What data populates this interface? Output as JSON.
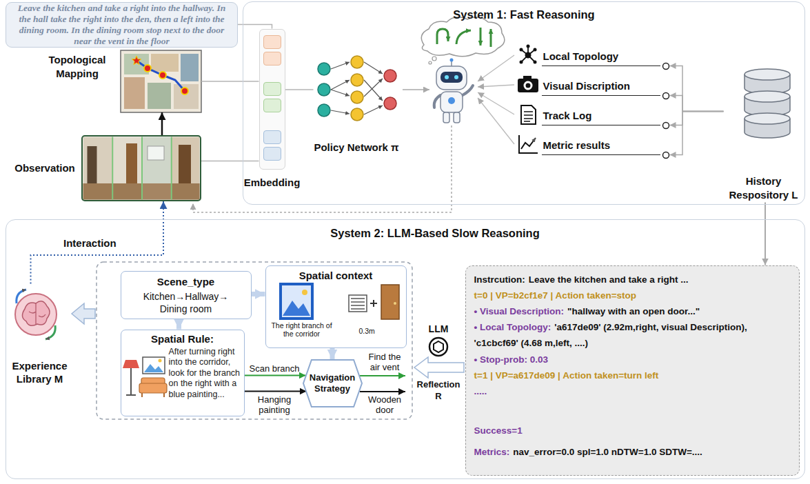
{
  "diagram": {
    "nodes": [
      {
        "text": [
          "Leave the kitchen and take a right into the hallway. In the hall take the right into the den, then a left into the dining room. In the dining room stop next to the door near the vent in the floor"
        ]
      },
      {
        "text": [
          "Topological Mapping"
        ]
      },
      {
        "text": [
          "Observation"
        ]
      },
      {
        "text": [
          "System 1: Fast Reasoning"
        ]
      },
      {
        "text": [
          "Embedding"
        ],
        "in": 3
      },
      {
        "text": [
          "Policy Network π"
        ],
        "in": 3
      },
      {
        "text": [
          "Local Topology"
        ],
        "in": 3
      },
      {
        "text": [
          "Visual Discription"
        ],
        "in": 3
      },
      {
        "text": [
          "Track Log"
        ],
        "in": 3
      },
      {
        "text": [
          "Metric results"
        ],
        "in": 3
      },
      {
        "text": [
          "History Respository L"
        ],
        "in": 3
      },
      {
        "text": [
          "System 2: LLM-Based Slow Reasoning"
        ]
      },
      {
        "text": [
          "Experience Library M"
        ],
        "in": 11
      },
      {
        "text": [
          "Scene_type",
          "Kitchen→Hallway→ Dining room"
        ],
        "in": 11
      },
      {
        "text": [
          "Spatial context",
          "The right branch of the corridor",
          "0.3m"
        ],
        "in": 11
      },
      {
        "text": [
          "Spatial Rule:",
          "After turning right into the corridor, look for the branch on the right with a blue painting..."
        ],
        "in": 11
      },
      {
        "text": [
          "Navigation Strategy"
        ],
        "in": 11
      },
      {
        "text": [
          "Instrcution:",
          "Leave the kitchen and take a right ...",
          "t=0 | VP=b2cf1e7 | Action taken=stop",
          "• Visual Description:",
          "\"hallway with an open door...\"",
          "• Local Topology:",
          "'a617de09' (2.92m,right, visual Description), 'c1cbcf69' (4.68 m,left, ....)",
          "• Stop-prob: 0.03",
          "t=1 | VP=a617de09 | Action taken=turn left",
          ".....",
          "Success=1",
          "Metrics:",
          "nav_error=0.0 spl=1.0 nDTW=1.0 SDTW=...."
        ],
        "in": 11
      }
    ],
    "edges": [
      {
        "from": 0,
        "to": 4,
        "arrow": "none"
      },
      {
        "from": 1,
        "to": 4,
        "arrow": "none"
      },
      {
        "from": 2,
        "to": 4,
        "arrow": "none"
      },
      {
        "from": 2,
        "to": 1,
        "arrow": "to"
      },
      {
        "from": 4,
        "to": 5,
        "arrow": "none"
      },
      {
        "from": 10,
        "to": 6,
        "arrow": "to"
      },
      {
        "from": 10,
        "to": 7,
        "arrow": "to"
      },
      {
        "from": 10,
        "to": 8,
        "arrow": "to"
      },
      {
        "from": 10,
        "to": 9,
        "arrow": "to"
      },
      {
        "from": 10,
        "to": 17,
        "arrow": "to"
      },
      {
        "from": 12,
        "to": 2,
        "label": "Interaction",
        "arrow": "to"
      },
      {
        "from": 13,
        "to": 14,
        "arrow": "to"
      },
      {
        "from": 13,
        "to": 15,
        "arrow": "to"
      },
      {
        "from": 14,
        "to": 16,
        "arrow": "to"
      },
      {
        "from": 15,
        "to": 16,
        "label": "Scan branch",
        "arrow": "to"
      },
      {
        "from": 15,
        "to": 16,
        "label": "Hanging painting",
        "arrow": "to"
      }
    ],
    "labels": [
      "Find the air vent",
      "Wooden door",
      "LLM",
      "Reflection R"
    ]
  }
}
